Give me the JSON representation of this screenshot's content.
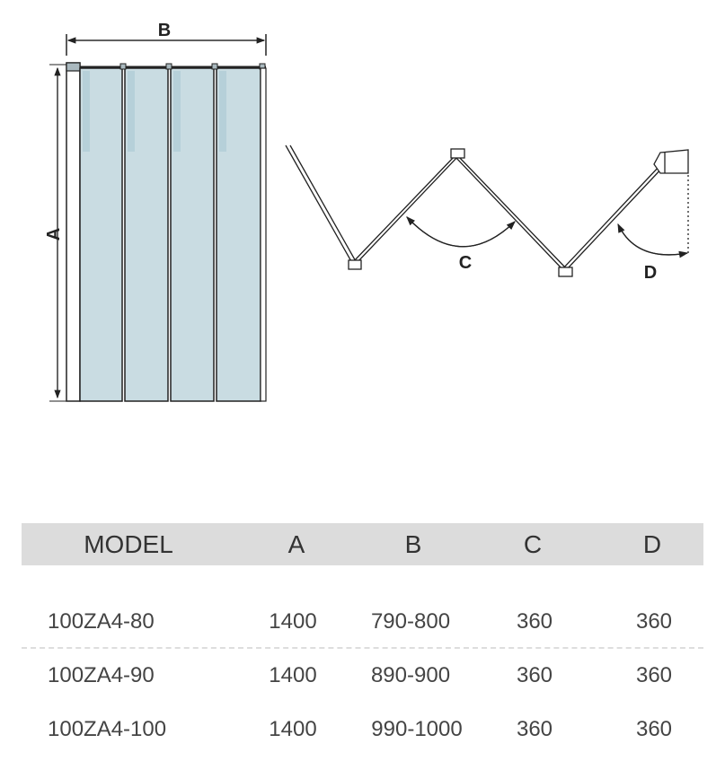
{
  "diagram": {
    "labels": {
      "a": "A",
      "b": "B",
      "c": "C",
      "d": "D"
    },
    "colors": {
      "glass": "#c9dce2",
      "frame": "#222222"
    }
  },
  "table": {
    "headers": [
      "MODEL",
      "A",
      "B",
      "C",
      "D"
    ],
    "rows": [
      [
        "100ZA4-80",
        "1400",
        "790-800",
        "360",
        "360"
      ],
      [
        "100ZA4-90",
        "1400",
        "890-900",
        "360",
        "360"
      ],
      [
        "100ZA4-100",
        "1400",
        "990-1000",
        "360",
        "360"
      ]
    ]
  }
}
